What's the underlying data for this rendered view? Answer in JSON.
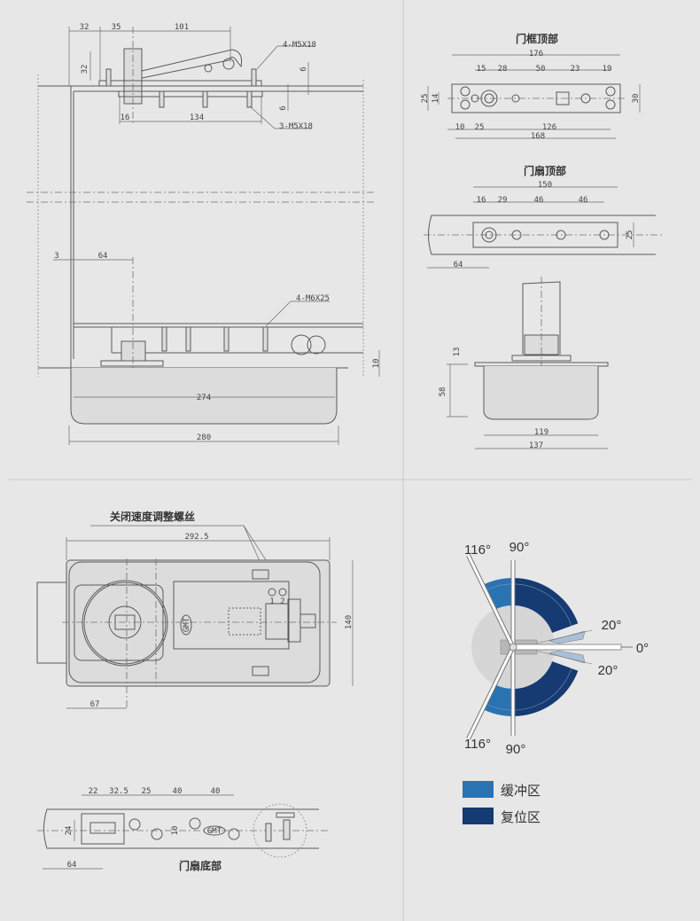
{
  "side_section": {
    "dims": [
      "32",
      "35",
      "101",
      "4-M5X18",
      "6",
      "32",
      "16",
      "134",
      "6",
      "3-M5X18",
      "3",
      "64",
      "4-M6X25",
      "10",
      "274",
      "280"
    ]
  },
  "frame_top": {
    "title": "门框顶部",
    "dims": [
      "176",
      "15",
      "28",
      "50",
      "23",
      "19",
      "25",
      "14",
      "30",
      "10",
      "25",
      "126",
      "168"
    ]
  },
  "door_top": {
    "title": "门扇顶部",
    "dims": [
      "150",
      "16",
      "29",
      "46",
      "46",
      "25",
      "64"
    ]
  },
  "end_section": {
    "dims": [
      "13",
      "58",
      "119",
      "137"
    ]
  },
  "plan_view": {
    "callout": "关闭速度调整螺丝",
    "dims": [
      "292.5",
      "140",
      "67"
    ],
    "screw_labels": [
      "1",
      "2"
    ],
    "brand": "GMT"
  },
  "door_bottom": {
    "title": "门扇底部",
    "dims": [
      "22",
      "32.5",
      "25",
      "40",
      "40",
      "24",
      "10",
      "64"
    ],
    "brand": "GMT"
  },
  "angle_diagram": {
    "labels": [
      "116°",
      "90°",
      "20°",
      "0°",
      "20°",
      "116°",
      "90°"
    ],
    "legend": [
      {
        "label": "缓冲区",
        "color": "#2a73b3"
      },
      {
        "label": "复位区",
        "color": "#163a72"
      }
    ]
  }
}
